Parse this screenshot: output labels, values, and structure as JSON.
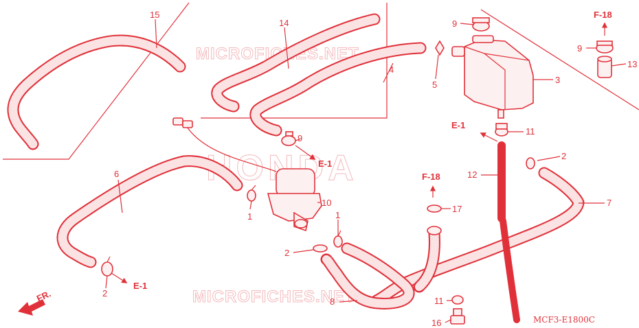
{
  "watermarks": {
    "top": "MICROFICHES.NET",
    "center": "HONDA",
    "bottom": "MICROFICHES.NET"
  },
  "diagram_code": "MCF3-E1800C",
  "front_label": "FR.",
  "colors": {
    "ink": "#e0313a",
    "hose_fill": "#fdeeee",
    "watermark": "#f3b9bc"
  },
  "part_labels": {
    "p15": "15",
    "p14": "14",
    "p4": "4",
    "p5": "5",
    "p3": "3",
    "p9a": "9",
    "p9b": "9",
    "p9c": "9",
    "p13": "13",
    "p11a": "11",
    "p2a": "2",
    "p12": "12",
    "p6": "6",
    "p10": "10",
    "p1a": "1",
    "p1b": "1",
    "p2b": "2",
    "p7": "7",
    "p17": "17",
    "p2c": "2",
    "p8": "8",
    "p11b": "11",
    "p16": "16"
  },
  "ref_labels": {
    "f18a": "F-18",
    "f18b": "F-18",
    "e1a": "E-1",
    "e1b": "E-1",
    "e1c": "E-1"
  }
}
